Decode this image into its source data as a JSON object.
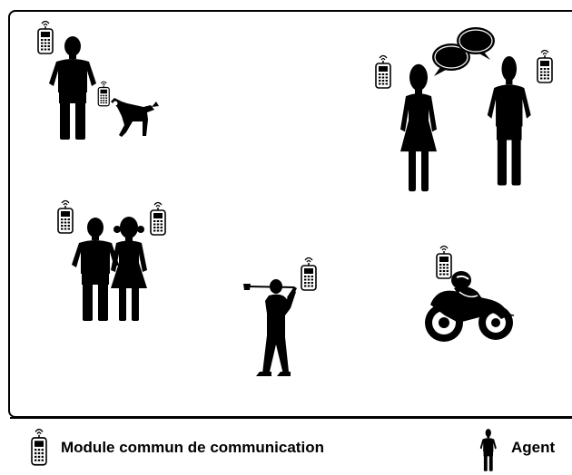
{
  "legend": {
    "module_label": "Module commun de communication",
    "agent_label": "Agent"
  },
  "colors": {
    "ink": "#000000",
    "phone_body": "#ffffff",
    "background": "#ffffff"
  },
  "icons": {
    "module": "mobile-phone-with-antenna-icon",
    "agent": "person-silhouette-icon"
  },
  "scene": {
    "groups": [
      "person-with-dog",
      "two-people-talking",
      "couple",
      "golfer",
      "motorcyclist"
    ]
  }
}
